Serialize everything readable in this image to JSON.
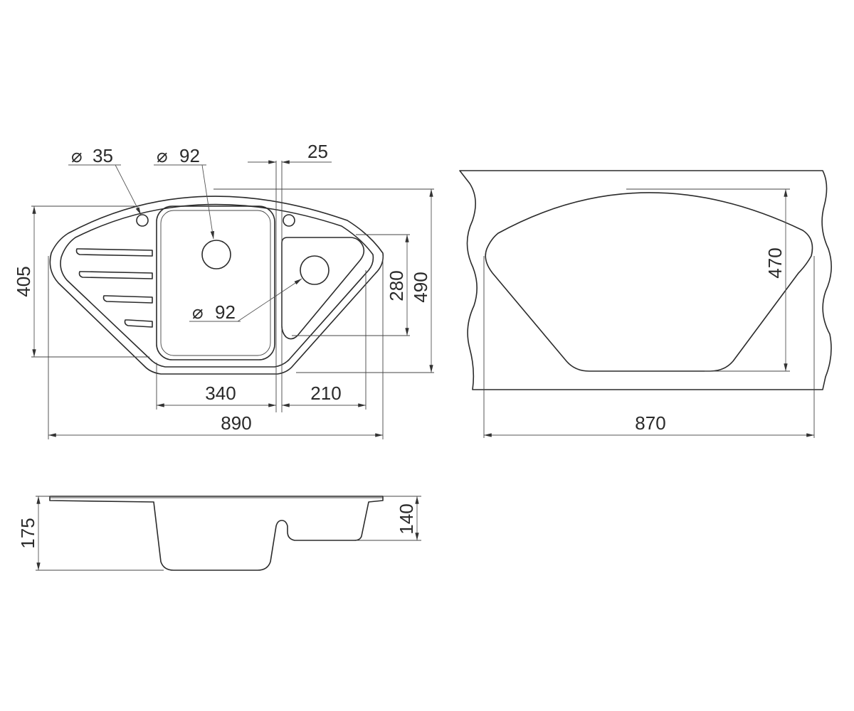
{
  "diameter_symbol": "⌀",
  "top_view": {
    "hole_tap_dia": "35",
    "bowl_main_drain_dia": "92",
    "bowl_small_drain_dia": "92",
    "wall_gap": "25",
    "depth_left": "405",
    "bowl_small_depth": "280",
    "depth_total": "490",
    "bowl_main_width": "340",
    "bowl_small_width": "210",
    "width_total": "890"
  },
  "cutout_view": {
    "height": "470",
    "width": "870"
  },
  "side_view": {
    "depth_main": "175",
    "depth_small": "140"
  }
}
